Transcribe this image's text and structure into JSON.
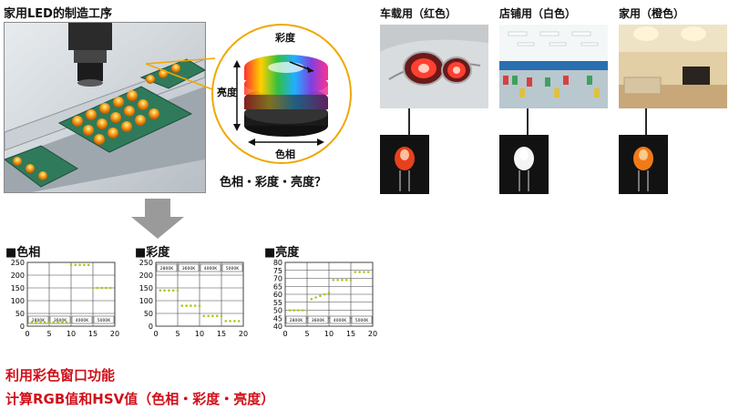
{
  "header": {
    "title": "家用LED的制造工序"
  },
  "cylinder": {
    "top_label": "彩度",
    "left_label": "亮度",
    "bottom_label": "色相",
    "question": "色相・彩度・亮度？"
  },
  "categories": [
    {
      "label": "车载用（红色）",
      "led_color": "#e8401c"
    },
    {
      "label": "店铺用（白色）",
      "led_color": "#f4f4f4"
    },
    {
      "label": "家用（橙色）",
      "led_color": "#f07a18"
    }
  ],
  "charts": {
    "section_marker": "■",
    "items": [
      {
        "title": "色相",
        "yticks": [
          "0",
          "50",
          "100",
          "150",
          "200",
          "250"
        ],
        "xticks": [
          "0",
          "5",
          "10",
          "15",
          "20"
        ],
        "groups": [
          "2800K",
          "3600K",
          "4000K",
          "5000K"
        ]
      },
      {
        "title": "彩度",
        "yticks": [
          "0",
          "50",
          "100",
          "150",
          "200",
          "250"
        ],
        "xticks": [
          "0",
          "5",
          "10",
          "15",
          "20"
        ],
        "groups": [
          "2800K",
          "3600K",
          "4000K",
          "5000K"
        ]
      },
      {
        "title": "亮度",
        "yticks": [
          "40",
          "45",
          "50",
          "55",
          "60",
          "65",
          "70",
          "75",
          "80"
        ],
        "xticks": [
          "0",
          "5",
          "10",
          "15",
          "20"
        ],
        "groups": [
          "2800K",
          "3600K",
          "4000K",
          "5000K"
        ]
      }
    ]
  },
  "chart_data": [
    {
      "type": "scatter",
      "title": "色相",
      "ylim": [
        0,
        250
      ],
      "xlim": [
        0,
        20
      ],
      "groups": [
        "2800K",
        "3600K",
        "4000K",
        "5000K"
      ],
      "series": [
        {
          "x": [
            1,
            2,
            3,
            4,
            5,
            6,
            7,
            8,
            9,
            10,
            11,
            12,
            13,
            14,
            15,
            16,
            17,
            18,
            19
          ],
          "y": [
            15,
            15,
            15,
            15,
            15,
            15,
            15,
            15,
            15,
            240,
            240,
            240,
            240,
            240,
            150,
            150,
            150,
            150,
            150
          ]
        }
      ]
    },
    {
      "type": "scatter",
      "title": "彩度",
      "ylim": [
        0,
        250
      ],
      "xlim": [
        0,
        20
      ],
      "groups": [
        "2800K",
        "3600K",
        "4000K",
        "5000K"
      ],
      "series": [
        {
          "x": [
            1,
            2,
            3,
            4,
            5,
            6,
            7,
            8,
            9,
            10,
            11,
            12,
            13,
            14,
            15,
            16,
            17,
            18,
            19
          ],
          "y": [
            140,
            140,
            140,
            140,
            140,
            80,
            80,
            80,
            80,
            80,
            40,
            40,
            40,
            40,
            40,
            20,
            20,
            20,
            20
          ]
        }
      ]
    },
    {
      "type": "scatter",
      "title": "亮度",
      "ylim": [
        40,
        80
      ],
      "xlim": [
        0,
        20
      ],
      "groups": [
        "2800K",
        "3600K",
        "4000K",
        "5000K"
      ],
      "series": [
        {
          "x": [
            1,
            2,
            3,
            4,
            5,
            6,
            7,
            8,
            9,
            10,
            11,
            12,
            13,
            14,
            15,
            16,
            17,
            18,
            19
          ],
          "y": [
            50,
            50,
            50,
            50,
            50,
            57,
            58,
            59,
            60,
            61,
            69,
            69,
            69,
            69,
            69,
            74,
            74,
            74,
            74
          ]
        }
      ]
    }
  ],
  "footer": {
    "line1": "利用彩色窗口功能",
    "line2": "计算RGB值和HSV值（色相・彩度・亮度）"
  }
}
